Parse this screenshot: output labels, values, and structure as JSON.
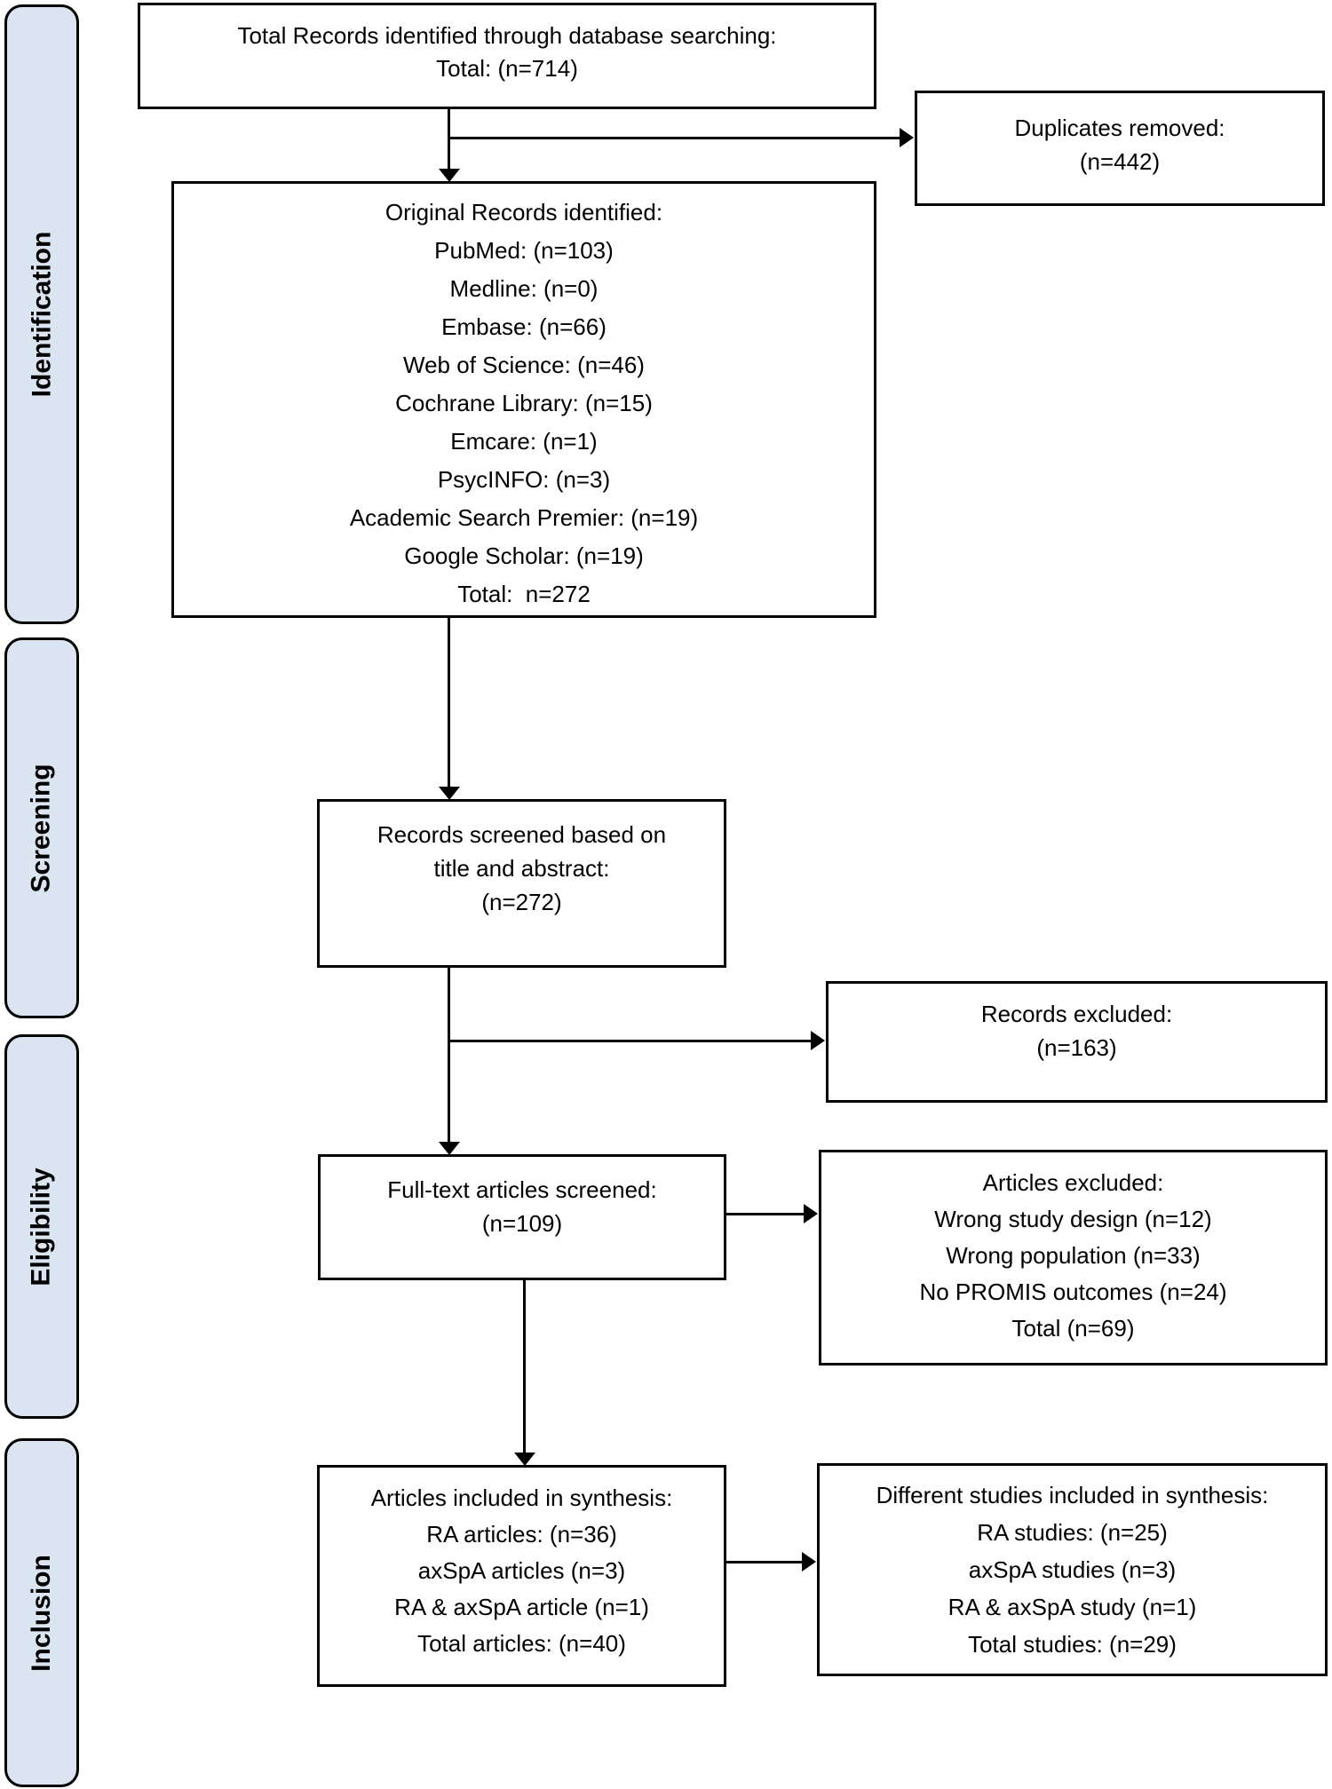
{
  "stages": [
    {
      "label": "Identification"
    },
    {
      "label": "Screening"
    },
    {
      "label": "Eligibility"
    },
    {
      "label": "Inclusion"
    }
  ],
  "boxes": {
    "total_records": {
      "lines": [
        "Total Records identified through database searching:",
        "Total: (n=714)"
      ]
    },
    "duplicates_removed": {
      "lines": [
        "Duplicates removed:",
        "(n=442)"
      ]
    },
    "original_records": {
      "lines": [
        "Original Records identified:",
        "PubMed: (n=103)",
        "Medline: (n=0)",
        "Embase: (n=66)",
        "Web of Science: (n=46)",
        "Cochrane Library: (n=15)",
        "Emcare: (n=1)",
        "PsycINFO: (n=3)",
        "Academic Search Premier: (n=19)",
        "Google Scholar: (n=19)",
        "Total:  n=272"
      ]
    },
    "records_screened": {
      "lines": [
        "Records screened based on",
        "title and abstract:",
        "(n=272)"
      ]
    },
    "records_excluded": {
      "lines": [
        "Records excluded:",
        "(n=163)"
      ]
    },
    "fulltext_screened": {
      "lines": [
        "Full-text articles screened:",
        "(n=109)"
      ]
    },
    "articles_excluded": {
      "lines": [
        "Articles excluded:",
        "Wrong study design (n=12)",
        "Wrong population (n=33)",
        "No PROMIS outcomes (n=24)",
        "Total (n=69)"
      ]
    },
    "articles_included": {
      "lines": [
        "Articles included in synthesis:",
        "RA articles: (n=36)",
        "axSpA articles (n=3)",
        "RA & axSpA article (n=1)",
        "Total articles: (n=40)"
      ]
    },
    "studies_included": {
      "lines": [
        "Different studies included in synthesis:",
        "RA studies: (n=25)",
        "axSpA studies (n=3)",
        "RA & axSpA study (n=1)",
        "Total studies: (n=29)"
      ]
    }
  },
  "colors": {
    "stage_fill": "#dbe5f1",
    "box_border": "#000000",
    "background": "#ffffff",
    "text": "#000000"
  }
}
